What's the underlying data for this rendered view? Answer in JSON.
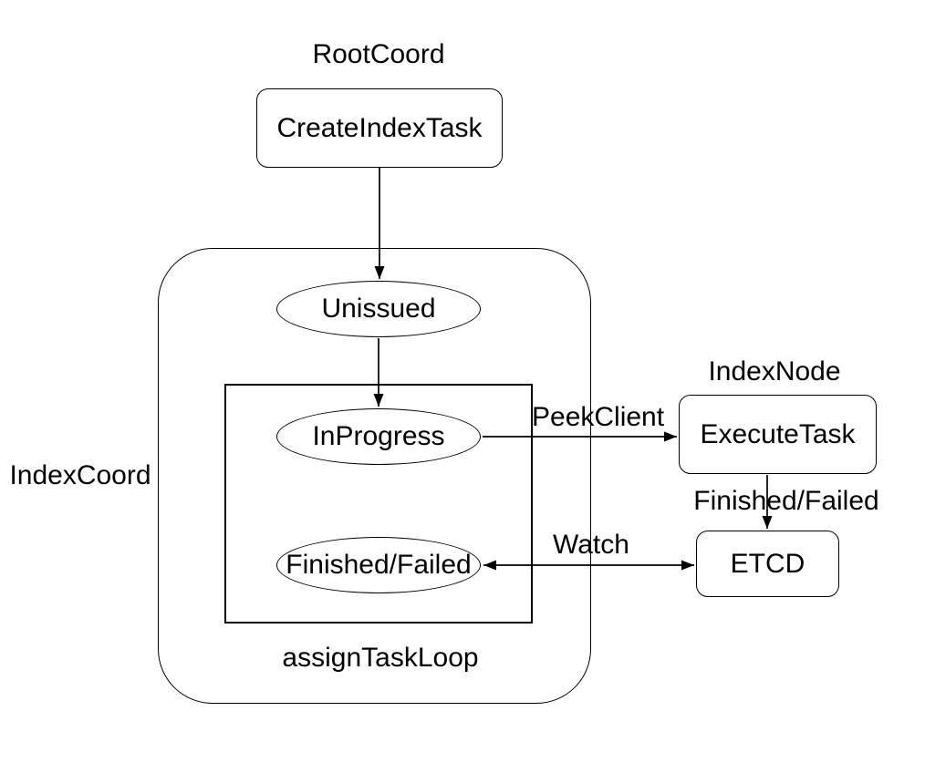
{
  "diagram": {
    "background": "#ffffff",
    "stroke_color": "#000000",
    "text_color": "#000000",
    "section_labels": {
      "root_coord": "RootCoord",
      "index_node": "IndexNode",
      "index_coord": "IndexCoord",
      "assign_task_loop": "assignTaskLoop"
    },
    "nodes": {
      "create_index_task": {
        "label": "CreateIndexTask",
        "shape": "rounded-rect"
      },
      "unissued": {
        "label": "Unissued",
        "shape": "ellipse"
      },
      "in_progress": {
        "label": "InProgress",
        "shape": "ellipse"
      },
      "finished_failed_state": {
        "label": "Finished/Failed",
        "shape": "ellipse"
      },
      "execute_task": {
        "label": "ExecuteTask",
        "shape": "rounded-rect"
      },
      "etcd": {
        "label": "ETCD",
        "shape": "rounded-rect"
      }
    },
    "edge_labels": {
      "peek_client": "PeekClient",
      "finished_failed": "Finished/Failed",
      "watch": "Watch"
    },
    "edges": [
      {
        "from": "create_index_task",
        "to": "unissued",
        "label": ""
      },
      {
        "from": "unissued",
        "to": "in_progress",
        "label": ""
      },
      {
        "from": "in_progress",
        "to": "execute_task",
        "label": "PeekClient"
      },
      {
        "from": "execute_task",
        "to": "etcd",
        "label": "Finished/Failed"
      },
      {
        "from": "etcd",
        "to": "finished_failed_state",
        "label": "Watch",
        "bidirectional": true
      }
    ]
  }
}
